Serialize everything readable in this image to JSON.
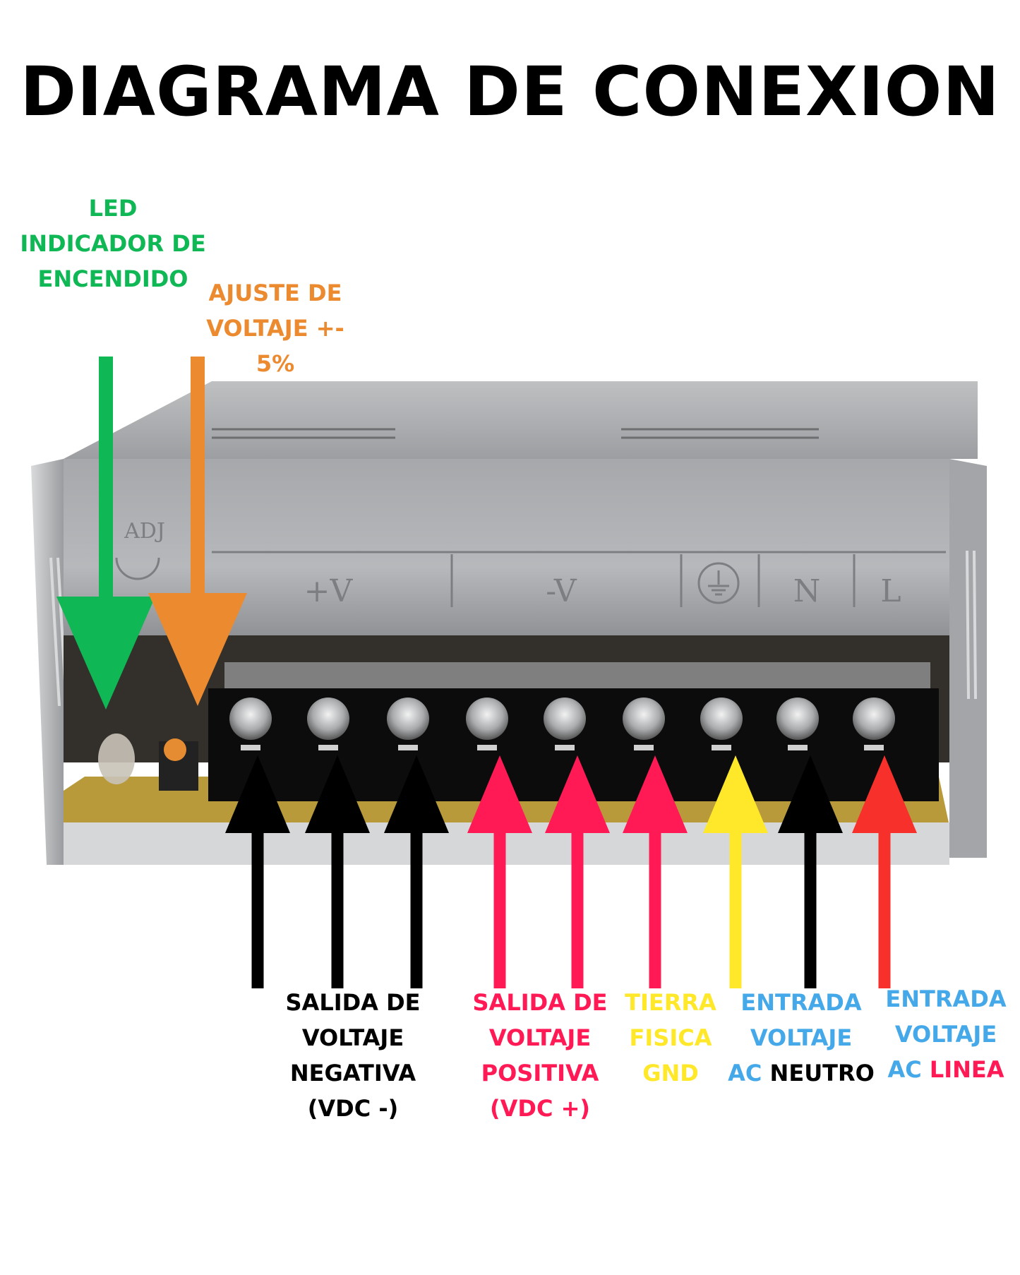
{
  "title": "DIAGRAMA DE CONEXION",
  "colors": {
    "green": "#10b755",
    "orange": "#ec8a30",
    "black": "#000000",
    "pink": "#ff1a55",
    "yellow": "#ffe82a",
    "blue": "#45a8e8",
    "red": "#f7302b"
  },
  "top_labels": {
    "led": [
      "LED",
      "INDICADOR DE",
      "ENCENDIDO"
    ],
    "adjust": [
      "AJUSTE DE",
      "VOLTAJE +-",
      "5%"
    ]
  },
  "panel_markings": {
    "adj": "ADJ",
    "pos": "+V",
    "neg": "-V",
    "n": "N",
    "l": "L"
  },
  "bottom_labels": {
    "neg_out": [
      "SALIDA DE",
      "VOLTAJE",
      "NEGATIVA",
      "(VDC -)"
    ],
    "pos_out": [
      "SALIDA DE",
      "VOLTAJE",
      "POSITIVA",
      "(VDC +)"
    ],
    "ground": [
      "TIERRA",
      "FISICA",
      "GND"
    ],
    "neutral": {
      "line1": "ENTRADA",
      "line2": "VOLTAJE",
      "ac": "AC",
      "word": "NEUTRO"
    },
    "line": {
      "line1": "ENTRADA",
      "line2": "VOLTAJE",
      "ac": "AC",
      "word": "LINEA"
    }
  }
}
